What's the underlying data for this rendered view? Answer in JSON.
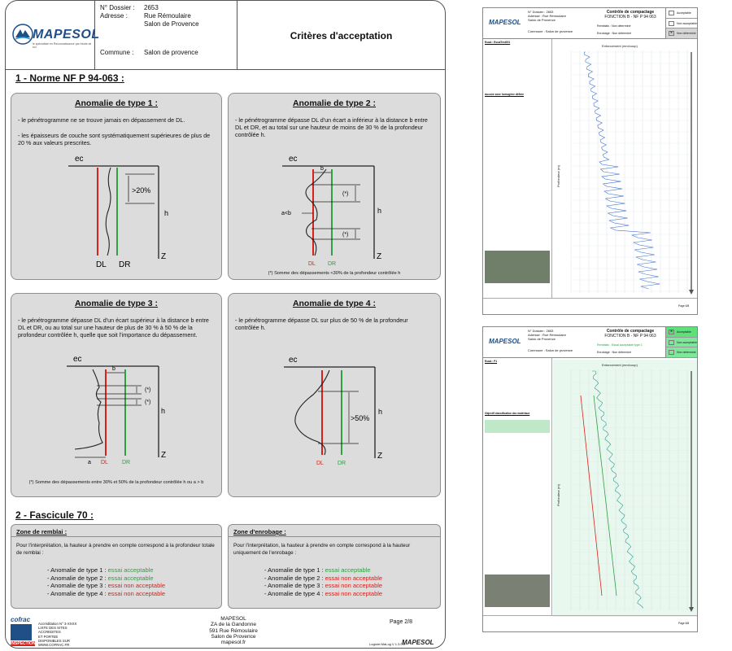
{
  "header": {
    "brand": "MAPESOL",
    "brand_sub": "le spécialiste en Reconnaissance par étude de sol",
    "dossier_label": "N° Dossier :",
    "dossier_value": "2653",
    "adresse_label": "Adresse :",
    "adresse_line1": "Rue Rémoulaire",
    "adresse_line2": "Salon de Provence",
    "commune_label": "Commune :",
    "commune_value": "Salon de provence",
    "title": "Critères d'acceptation"
  },
  "section1": {
    "title": "1 - Norme NF P 94-063 :",
    "type1": {
      "title": "Anomalie de type 1 :",
      "text1": "- le pénétrogramme ne se trouve jamais en dépassement de DL.",
      "text2": "- les épaisseurs de couche sont systématiquement supérieures de plus de 20 % aux valeurs prescrites.",
      "labels": {
        "ec": "ec",
        "pct": ">20%",
        "h": "h",
        "z": "Z",
        "dl": "DL",
        "dr": "DR"
      }
    },
    "type2": {
      "title": "Anomalie de type 2 :",
      "text": "- le pénétrogramme dépasse DL d'un écart a inférieur à la distance b entre DL et DR, et au total sur une hauteur de moins de 30 % de la profondeur contrôlée h.",
      "labels": {
        "ec": "ec",
        "b": "b",
        "star1": "(*)",
        "star2": "(*)",
        "a": "a<b",
        "h": "h",
        "z": "Z",
        "dl": "DL",
        "dr": "DR"
      },
      "note": "(*) Somme des dépassements <30% de la profondeur contrôlée h"
    },
    "type3": {
      "title": "Anomalie de type 3 :",
      "text": "- le pénétrogramme dépasse DL d'un écart supérieur à la distance b entre DL et DR, ou au total sur une hauteur de plus de 30 % à 50 % de la profondeur contrôlée h, quelle que soit l'importance du dépassement.",
      "labels": {
        "ec": "ec",
        "b": "b",
        "star1": "(*)",
        "star2": "(*)",
        "a": "a",
        "h": "h",
        "z": "Z",
        "dl": "DL",
        "dr": "DR"
      },
      "note": "(*) Somme des dépassements entre 30% et 50% de la profondeur contrôlée h ou a > b"
    },
    "type4": {
      "title": "Anomalie de type 4 :",
      "text": "- le pénétrogramme dépasse DL sur plus de 50 % de la profondeur contrôlée h.",
      "labels": {
        "ec": "ec",
        "pct": ">50%",
        "h": "h",
        "z": "Z",
        "dl": "DL",
        "dr": "DR"
      }
    }
  },
  "section2": {
    "title": "2 - Fascicule 70 :",
    "remblai": {
      "title": "Zone de remblai :",
      "intro": "Pour l'interprétation, la hauteur à prendre en compte correspond à la profondeur totale de remblai :",
      "items": [
        {
          "label": "- Anomalie de type 1 : ",
          "verdict": "essai acceptable"
        },
        {
          "label": "- Anomalie de type 2 : ",
          "verdict": "essai acceptable"
        },
        {
          "label": "- Anomalie de type 3 : ",
          "verdict": "essai non acceptable"
        },
        {
          "label": "- Anomalie de type 4 : ",
          "verdict": "essai non acceptable"
        }
      ]
    },
    "enrobage": {
      "title": "Zone d'enrobage :",
      "intro": "Pour l'interprétation, la hauteur à prendre en compte correspond à la hauteur uniquement de l'enrobage :",
      "items": [
        {
          "label": "- Anomalie de type 1 : ",
          "verdict": "essai acceptable"
        },
        {
          "label": "- Anomalie de type 2 : ",
          "verdict": "essai non acceptable"
        },
        {
          "label": "- Anomalie de type 3 : ",
          "verdict": "essai non acceptable"
        },
        {
          "label": "- Anomalie de type 4 : ",
          "verdict": "essai non acceptable"
        }
      ]
    }
  },
  "footer": {
    "cofrac": "cofrac",
    "inspection": "INSPECTION",
    "accreditation": [
      "Accréditation N° 3-XXXX",
      "LISTE DES SITES",
      "ACCREDITES",
      "ET PORTEE",
      "DISPONIBLES SUR",
      "WWW.COFRAC.FR"
    ],
    "address": [
      "MAPESOL",
      "ZA de la Gandonne",
      "591 Rue Rémoulaire",
      "Salon de Provence",
      "mapesol.fr"
    ],
    "page": "Page 2/8",
    "software": "Logiciel MaLog V 1.3.0.0",
    "mini_logo": "MAPESOL"
  },
  "thumbs": [
    {
      "dossier": "2653",
      "adresse1": "Rue Rémoulaire",
      "adresse2": "Salon de Provence",
      "commune": "Salon de provence",
      "title1": "Contrôle de compactage",
      "title2": "FONCTION B - NF P 94 063",
      "remblais": "Remblais : Non déterminé",
      "enrobage": "Enrobage : Non déterminé",
      "status": [
        "Acceptable",
        "Non acceptable",
        "Non déterminé"
      ],
      "status_checked": 2,
      "essai": "Essai : EssaiTest001",
      "chart_title": "Enfoncement (mm/coup)",
      "y_label": "Profondeur (m)",
      "page": "Page 6/8",
      "zone_label": "Aucune zone homogène définie",
      "accent": "#ffffff"
    },
    {
      "dossier": "2653",
      "adresse1": "Rue Rémoulaire",
      "adresse2": "Salon de Provence",
      "commune": "Salon de provence",
      "title1": "Contrôle de compactage",
      "title2": "FONCTION B - NF P 94 063",
      "remblais": "Remblais : Essai acceptable type 1",
      "enrobage": "Enrobage : Non déterminé",
      "status": [
        "Acceptable",
        "Non acceptable",
        "Non déterminé"
      ],
      "status_checked": 0,
      "essai": "Essai : P1",
      "chart_title": "Enfoncement (mm/coup)",
      "y_label": "Profondeur (m)",
      "page": "Page 8/8",
      "zone_label": "Objectif classification des matériaux",
      "accent": "#e9f8ee"
    }
  ],
  "colors": {
    "dl": "#d8211a",
    "dr": "#2fa043",
    "blue": "#1f4f86",
    "probe1": "#3d6fcf",
    "probe2": "#2a9a8e"
  }
}
